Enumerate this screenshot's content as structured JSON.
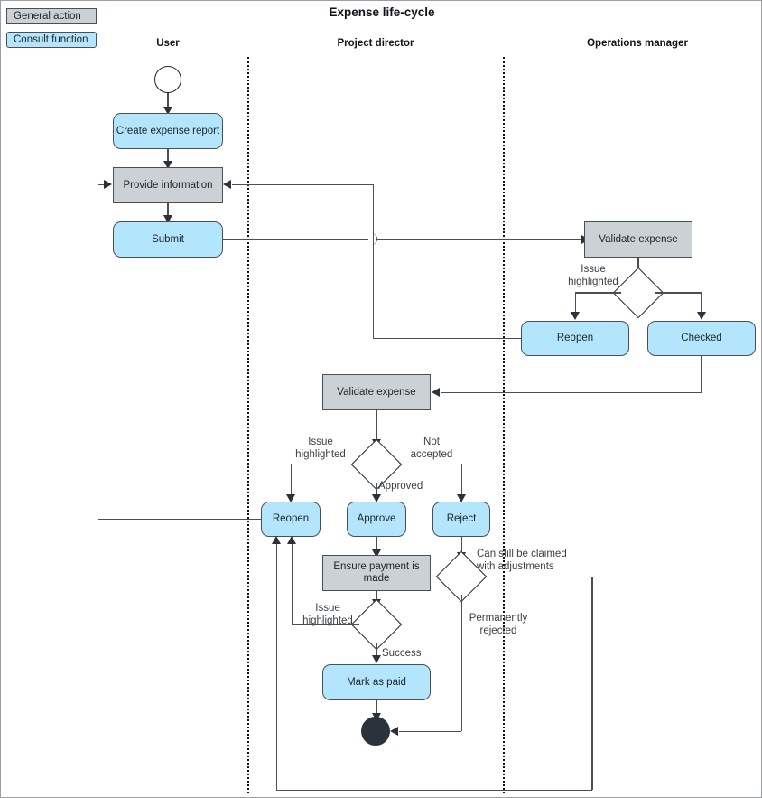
{
  "title": "Expense life-cycle",
  "legend": {
    "general_action": "General action",
    "consult_function": "Consult function"
  },
  "colors": {
    "general_action_fill": "#ccd1d6",
    "consult_function_fill": "#b3e5fc",
    "end_node_fill": "#2b323b",
    "line": "#4a4f55",
    "text": "#1f2328"
  },
  "lanes": [
    {
      "id": "user",
      "label": "User"
    },
    {
      "id": "project-director",
      "label": "Project director"
    },
    {
      "id": "operations-manager",
      "label": "Operations manager"
    }
  ],
  "nodes": [
    {
      "id": "start",
      "type": "start",
      "label": ""
    },
    {
      "id": "create-expense-report",
      "type": "consult",
      "label": "Create expense report",
      "lane": "user"
    },
    {
      "id": "provide-information",
      "type": "general",
      "label": "Provide information",
      "lane": "user"
    },
    {
      "id": "submit",
      "type": "consult",
      "label": "Submit",
      "lane": "user"
    },
    {
      "id": "validate-expense-om",
      "type": "general",
      "label": "Validate expense",
      "lane": "operations-manager"
    },
    {
      "id": "decision-om",
      "type": "decision",
      "label": ""
    },
    {
      "id": "reopen-om",
      "type": "consult",
      "label": "Reopen",
      "lane": "operations-manager"
    },
    {
      "id": "checked",
      "type": "consult",
      "label": "Checked",
      "lane": "operations-manager"
    },
    {
      "id": "validate-expense-pd",
      "type": "general",
      "label": "Validate expense",
      "lane": "project-director"
    },
    {
      "id": "decision-pd",
      "type": "decision",
      "label": ""
    },
    {
      "id": "reopen-pd",
      "type": "consult",
      "label": "Reopen",
      "lane": "project-director"
    },
    {
      "id": "approve",
      "type": "consult",
      "label": "Approve",
      "lane": "project-director"
    },
    {
      "id": "reject",
      "type": "consult",
      "label": "Reject",
      "lane": "project-director"
    },
    {
      "id": "ensure-payment",
      "type": "general",
      "label": "Ensure payment is made",
      "lane": "project-director"
    },
    {
      "id": "decision-payment",
      "type": "decision",
      "label": ""
    },
    {
      "id": "decision-reject",
      "type": "decision",
      "label": ""
    },
    {
      "id": "mark-as-paid",
      "type": "consult",
      "label": "Mark as paid",
      "lane": "project-director"
    },
    {
      "id": "end",
      "type": "end",
      "label": ""
    }
  ],
  "edge_labels": {
    "issue_highlighted_om": "Issue\nhighlighted",
    "issue_highlighted_pd": "Issue\nhighlighted",
    "issue_highlighted_payment": "Issue\nhighlighted",
    "not_accepted": "Not\naccepted",
    "approved": "Approved",
    "success": "Success",
    "can_still_be_claimed": "Can still be claimed\nwith adjustments",
    "permanently_rejected": "Permanently\nrejected"
  }
}
